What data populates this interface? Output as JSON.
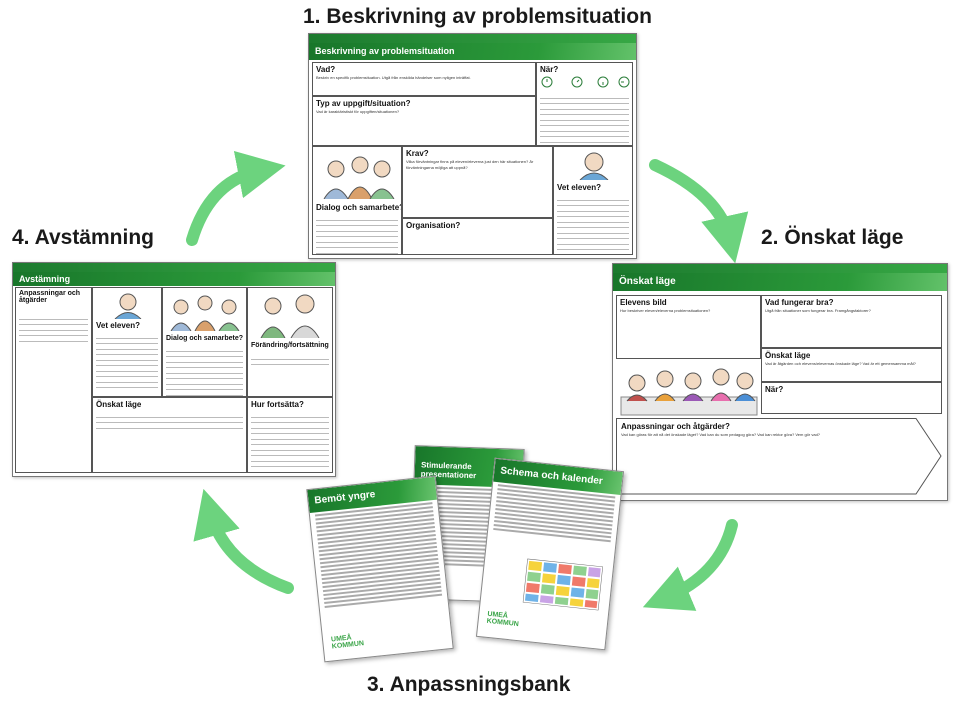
{
  "stages": {
    "s1": "1. Beskrivning av problemsituation",
    "s2": "2. Önskat läge",
    "s3": "3. Anpassningsbank",
    "s4": "4. Avstämning"
  },
  "doc1": {
    "header": "Beskrivning av problemsituation",
    "vad_title": "Vad?",
    "vad_desc": "Beskriv en specifik problemsituation. Utgå från enskilda händelser som nyligen inträffat.",
    "nar_title": "När?",
    "typ_title": "Typ av uppgift/situation?",
    "typ_desc": "Vad är karaktäristiskt för uppgiften/situationen?",
    "krav_title": "Krav?",
    "krav_desc": "Vilka förväntningar finns på eleven/eleverna just den här situationen? Är förväntningarna möjliga att uppnå?",
    "dialog_title": "Dialog och samarbete?",
    "org_title": "Organisation?",
    "vet_title": "Vet eleven?"
  },
  "doc2": {
    "header": "Önskat läge",
    "elevens_bild_title": "Elevens bild",
    "elevens_bild_desc": "Hur beskriver eleven/eleverna problemsituationen?",
    "vad_fungerar_title": "Vad fungerar bra?",
    "vad_fungerar_desc": "Utgå från situationer som fungerar bra. Framgångsfaktorer?",
    "onskat_title": "Önskat läge",
    "onskat_desc": "Vad är åtgärden och elevens/elevernas önskade läge? Vad är ett gemensamma mål?",
    "nar_title": "När?",
    "anp_title": "Anpassningar och åtgärder?",
    "anp_desc": "Vad kan göras för att nå det önskade läget? Vad kan du som pedagog göra? Vad kan rektor göra? Vem gör vad?"
  },
  "doc4": {
    "header": "Avstämning",
    "anp_title": "Anpassningar och åtgärder",
    "vet_title": "Vet eleven?",
    "dialog_title": "Dialog och samarbete?",
    "forandring_title": "Förändring/fortsättning",
    "onskat_title": "Önskat läge",
    "hur_title": "Hur fortsätta?"
  },
  "bank": {
    "doc_a_title": "Bemöt yngre",
    "doc_b_title": "Stimulerande presentationer",
    "doc_c_title": "Schema och kalender",
    "logo_line1": "UMEÅ",
    "logo_line2": "KOMMUN"
  },
  "colors": {
    "arrow": "#6cd37e",
    "header_green": "#2b9a3a"
  }
}
